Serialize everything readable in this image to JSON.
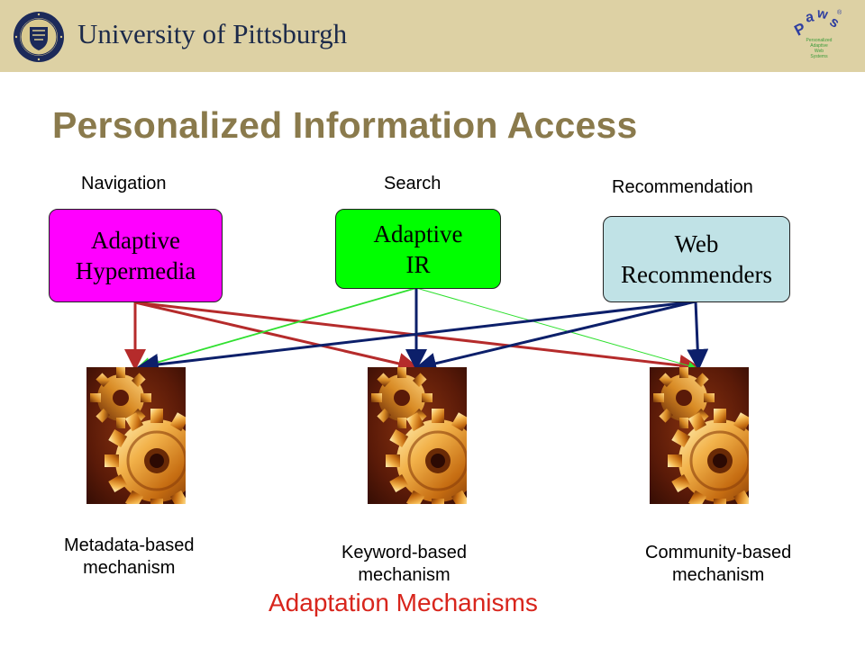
{
  "header": {
    "university_name": "University of Pittsburgh",
    "seal_text": "UNIVERSITY OF PITTSBURGH",
    "paws_logo": {
      "letters": [
        "P",
        "a",
        "w",
        "s"
      ],
      "tagline": [
        "Personalized",
        "Adaptive",
        "Web",
        "Systems"
      ],
      "registered": "®"
    }
  },
  "title": "Personalized Information Access",
  "categories": [
    {
      "label": "Navigation",
      "box_lines": [
        "Adaptive",
        "Hypermedia"
      ],
      "color": "#ff00ff"
    },
    {
      "label": "Search",
      "box_lines": [
        "Adaptive",
        "IR"
      ],
      "color": "#00ff00"
    },
    {
      "label": "Recommendation",
      "box_lines": [
        "Web",
        "Recommenders"
      ],
      "color": "#c0e2e6"
    }
  ],
  "mechanisms": [
    {
      "lines": [
        "Metadata-based",
        "mechanism"
      ]
    },
    {
      "lines": [
        "Keyword-based",
        "mechanism"
      ]
    },
    {
      "lines": [
        "Community-based",
        "mechanism"
      ]
    }
  ],
  "footer_label": "Adaptation  Mechanisms",
  "arrow_colors": {
    "navigation": "#b52b2b",
    "search": "#2fe02f",
    "recommendation": "#0c1f6a"
  },
  "gear_icon": "gear-icon"
}
